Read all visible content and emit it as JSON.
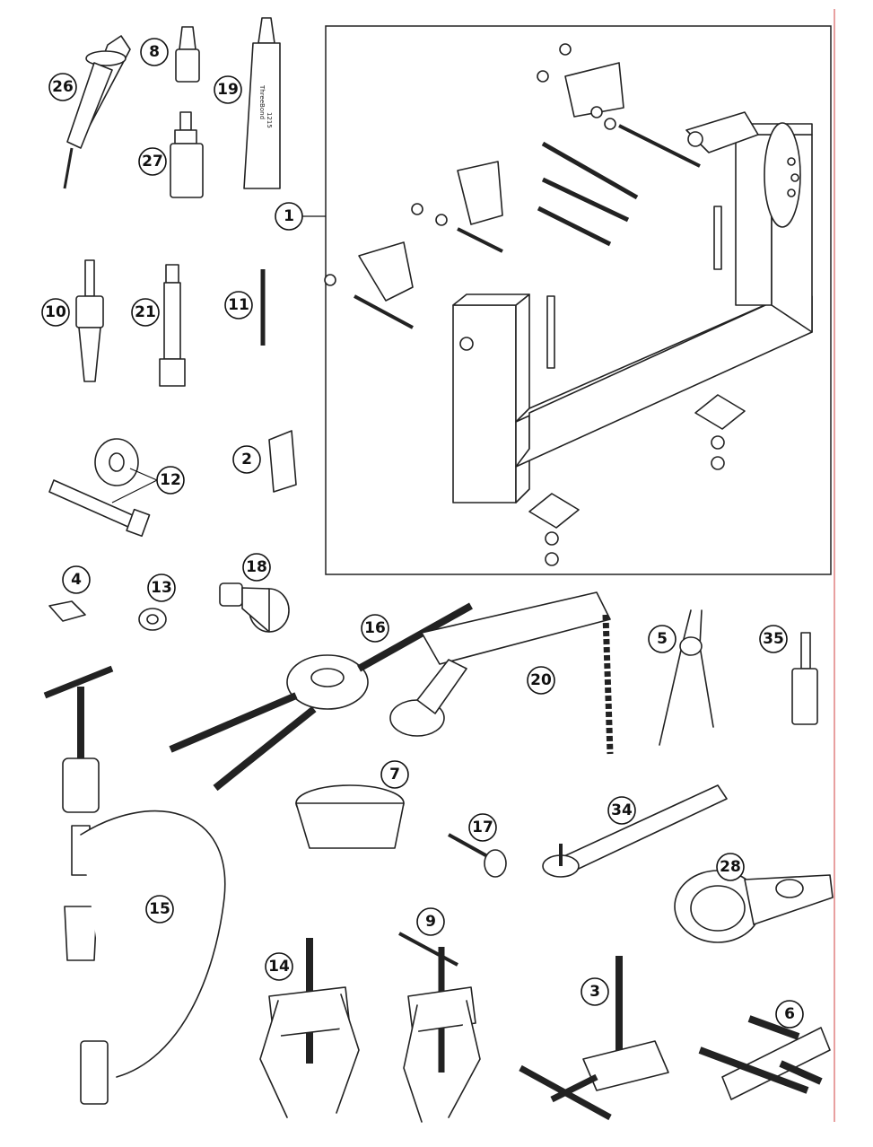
{
  "colors": {
    "line": "#222222",
    "margin_line": "#e8a0a0",
    "background": "#ffffff"
  },
  "package_labels": {
    "tube_brand": "ThreeBond",
    "tube_code": "1215"
  },
  "callouts": [
    {
      "num": "26"
    },
    {
      "num": "8"
    },
    {
      "num": "19"
    },
    {
      "num": "27"
    },
    {
      "num": "1"
    },
    {
      "num": "10"
    },
    {
      "num": "21"
    },
    {
      "num": "11"
    },
    {
      "num": "12"
    },
    {
      "num": "2"
    },
    {
      "num": "4"
    },
    {
      "num": "13"
    },
    {
      "num": "18"
    },
    {
      "num": "16"
    },
    {
      "num": "20"
    },
    {
      "num": "5"
    },
    {
      "num": "35"
    },
    {
      "num": "7"
    },
    {
      "num": "17"
    },
    {
      "num": "34"
    },
    {
      "num": "15"
    },
    {
      "num": "28"
    },
    {
      "num": "9"
    },
    {
      "num": "14"
    },
    {
      "num": "3"
    },
    {
      "num": "6"
    }
  ]
}
